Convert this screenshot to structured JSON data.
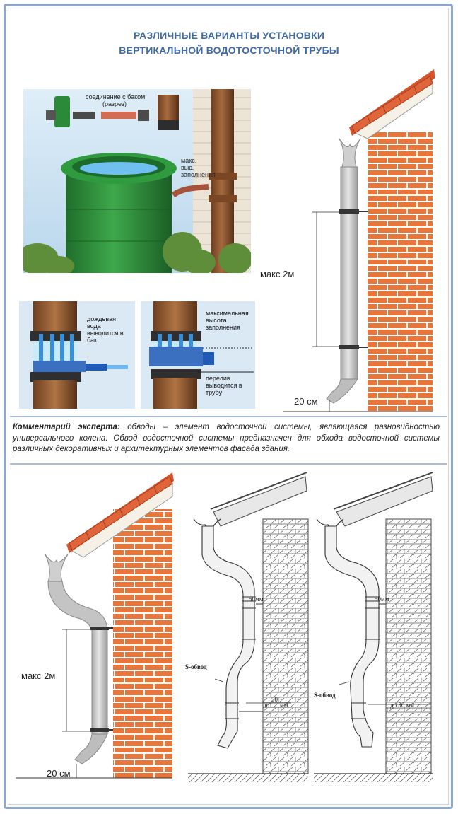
{
  "title_line1": "РАЗЛИЧНЫЕ ВАРИАНТЫ УСТАНОВКИ",
  "title_line2": "ВЕРТИКАЛЬНОЙ ВОДОТОСТОЧНОЙ ТРУБЫ",
  "tank_photo": {
    "connection_label_1": "соединение с баком",
    "connection_label_2": "(разрез)",
    "max_label_1": "макс.",
    "max_label_2": "выс.",
    "max_label_3": "заполнения"
  },
  "detail_left": {
    "label_1": "дождевая",
    "label_2": "вода",
    "label_3": "выводится в",
    "label_4": "бак"
  },
  "detail_right": {
    "label_top_1": "максимальная",
    "label_top_2": "высота",
    "label_top_3": "заполнения",
    "label_bottom_1": "перелив",
    "label_bottom_2": "выводится в",
    "label_bottom_3": "трубу"
  },
  "top_right_dims": {
    "max": "макс 2м",
    "bottom": "20 см"
  },
  "comment": {
    "lead": "Комментарий эксперта:",
    "text": " обводы – элемент водосточной системы, являющаяся разновидностью универсального колена. Обвод водосточной системы предназначен для обхода водосточной системы различных декоративных и архитектурных элементов фасада здания."
  },
  "bottom_left_dims": {
    "max": "макс  2м",
    "bottom": "20 см"
  },
  "s_left": {
    "s_label": "S-обвод",
    "mm_label": "50мм",
    "to_label": "до",
    "mm2_label": "мм",
    "num_label": "50"
  },
  "s_right": {
    "s_label": "S-обвод",
    "mm_label": "50мм",
    "to_label": "до 80 мм"
  },
  "colors": {
    "title": "#3f6aa6",
    "brick": "#e8763a",
    "mortar": "#ffffff",
    "roof": "#d4552b",
    "pipe_grey": "#c9c9c9",
    "pipe_brown": "#8a5530",
    "tank_green": "#2e8b3a",
    "water_blue": "#3b8fd8",
    "frame": "#8fa7c9"
  }
}
